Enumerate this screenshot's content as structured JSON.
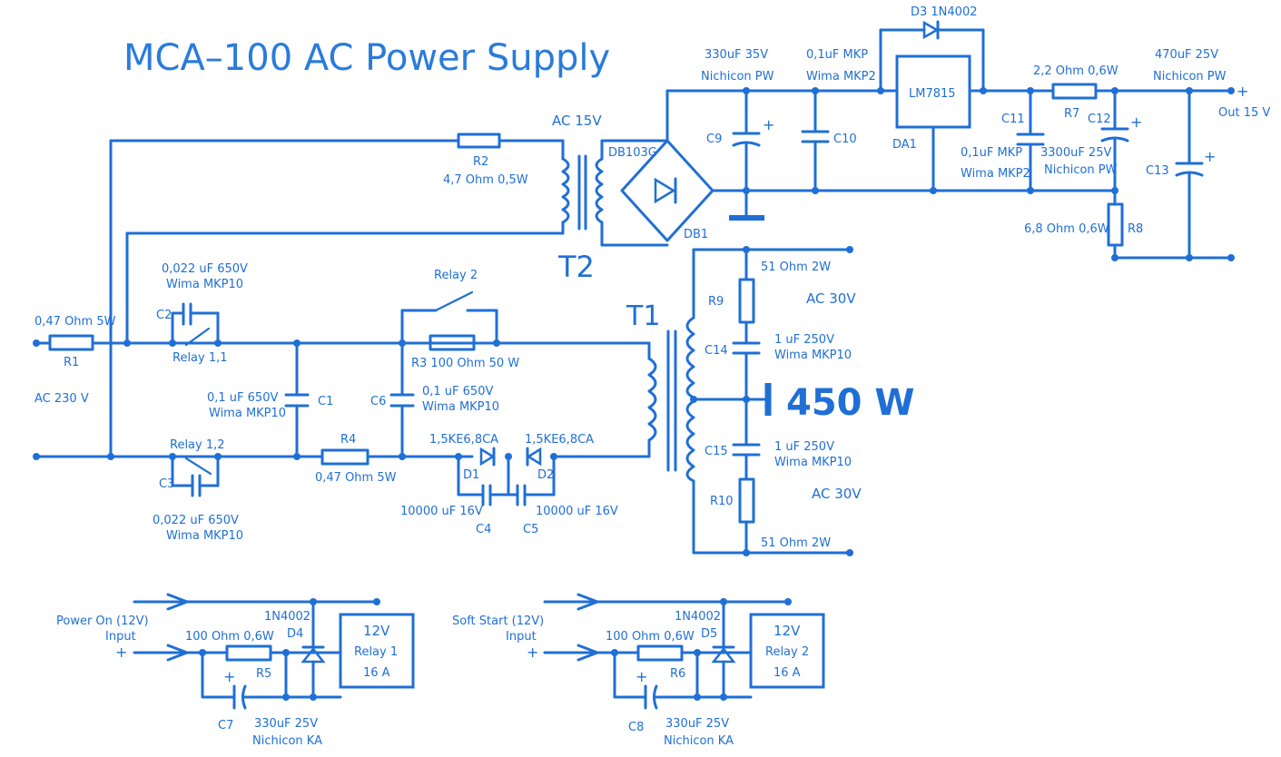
{
  "title": "MCA–100 AC Power Supply",
  "labels": {
    "ac15v": "AC 15V",
    "r2": "R2",
    "r2_val": "4,7 Ohm 0,5W",
    "db103g": "DB103G",
    "db1": "DB1",
    "t2": "T2",
    "t1": "T1",
    "c9_val": "330uF 35V",
    "c9_type": "Nichicon PW",
    "c9": "C9",
    "c10_val": "0,1uF MKP",
    "c10_type": "Wima MKP2",
    "c10": "C10",
    "d3": "D3 1N4002",
    "lm7815": "LM7815",
    "da1": "DA1",
    "c11": "C11",
    "c11_val": "0,1uF MKP",
    "c11_type": "Wima MKP2",
    "r7_val": "2,2 Ohm 0,6W",
    "r7": "R7",
    "c12": "C12",
    "c12_val": "3300uF 25V",
    "c12_type": "Nichicon PW",
    "c13_val": "470uF 25V",
    "c13_type": "Nichicon PW",
    "c13": "C13",
    "out": "Out 15 V",
    "plus": "+",
    "r8_val": "6,8 Ohm 0,6W",
    "r8": "R8",
    "r9_val_top": "51 Ohm 2W",
    "r9": "R9",
    "ac30v_top": "AC 30V",
    "c14": "C14",
    "c14_val": "1 uF 250V",
    "c14_type": "Wima MKP10",
    "power": "450 W",
    "c15": "C15",
    "c15_val": "1 uF 250V",
    "c15_type": "Wima MKP10",
    "ac30v_bot": "AC 30V",
    "r10": "R10",
    "r10_val": "51 Ohm 2W",
    "c2_val": "0,022 uF 650V",
    "c2_type": "Wima MKP10",
    "c2": "C2",
    "relay11": "Relay 1,1",
    "r1_val": "0,47 Ohm 5W",
    "r1": "R1",
    "ac230": "AC 230 V",
    "relay2": "Relay 2",
    "r3": "R3 100 Ohm 50 W",
    "c1_val": "0,1 uF 650V",
    "c1_type": "Wima MKP10",
    "c1": "C1",
    "c6": "C6",
    "c6_val": "0,1 uF 650V",
    "c6_type": "Wima MKP10",
    "relay12": "Relay 1,2",
    "c3": "C3",
    "c3_val": "0,022 uF 650V",
    "c3_type": "Wima MKP10",
    "r4": "R4",
    "r4_val": "0,47 Ohm 5W",
    "d1_type": "1,5KE6,8CA",
    "d2_type": "1,5KE6,8CA",
    "d1": "D1",
    "d2": "D2",
    "c4_val": "10000 uF 16V",
    "c4": "C4",
    "c5_val": "10000 uF 16V",
    "c5": "C5",
    "pwr_on": "Power On (12V)",
    "input1": "Input",
    "r5_val": "100 Ohm 0,6W",
    "r5": "R5",
    "d4_type": "1N4002",
    "d4": "D4",
    "relay1_v": "12V",
    "relay1": "Relay 1",
    "relay1_a": "16 A",
    "c7": "C7",
    "c7_val": "330uF 25V",
    "c7_type": "Nichicon KA",
    "soft_start": "Soft Start (12V)",
    "input2": "Input",
    "r6_val": "100 Ohm 0,6W",
    "r6": "R6",
    "d5_type": "1N4002",
    "d5": "D5",
    "relay2_v": "12V",
    "relay2_box": "Relay 2",
    "relay2_a": "16 A",
    "c8": "C8",
    "c8_val": "330uF 25V",
    "c8_type": "Nichicon KA"
  }
}
